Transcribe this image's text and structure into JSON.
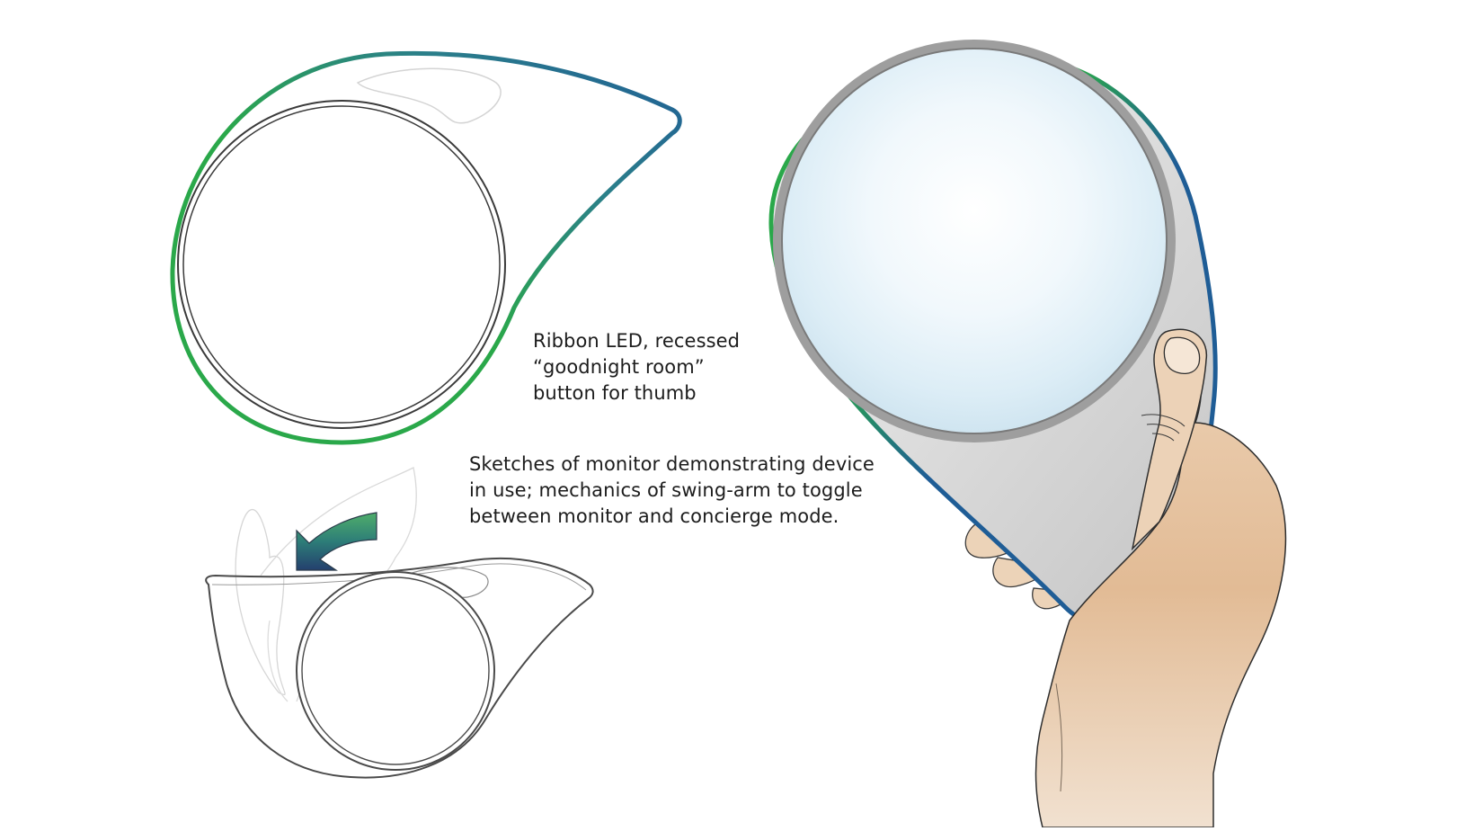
{
  "annotations": {
    "led_caption": {
      "lines": [
        "Ribbon LED, recessed",
        "“goodnight room”",
        "button for thumb"
      ]
    },
    "sketch_caption": {
      "lines": [
        "Sketches of monitor demonstrating device",
        "in use; mechanics of swing-arm to toggle",
        "between monitor and concierge mode."
      ]
    }
  },
  "colors": {
    "led_green": "#2aa84a",
    "led_blue": "#1f5d96",
    "outline": "#3a3a3a",
    "faint_outline": "#c9c9c9",
    "skin": "#e6c3a0",
    "lens": "#dcedf6"
  },
  "icons": {
    "swing_arrow": "curved-arrow-icon"
  }
}
